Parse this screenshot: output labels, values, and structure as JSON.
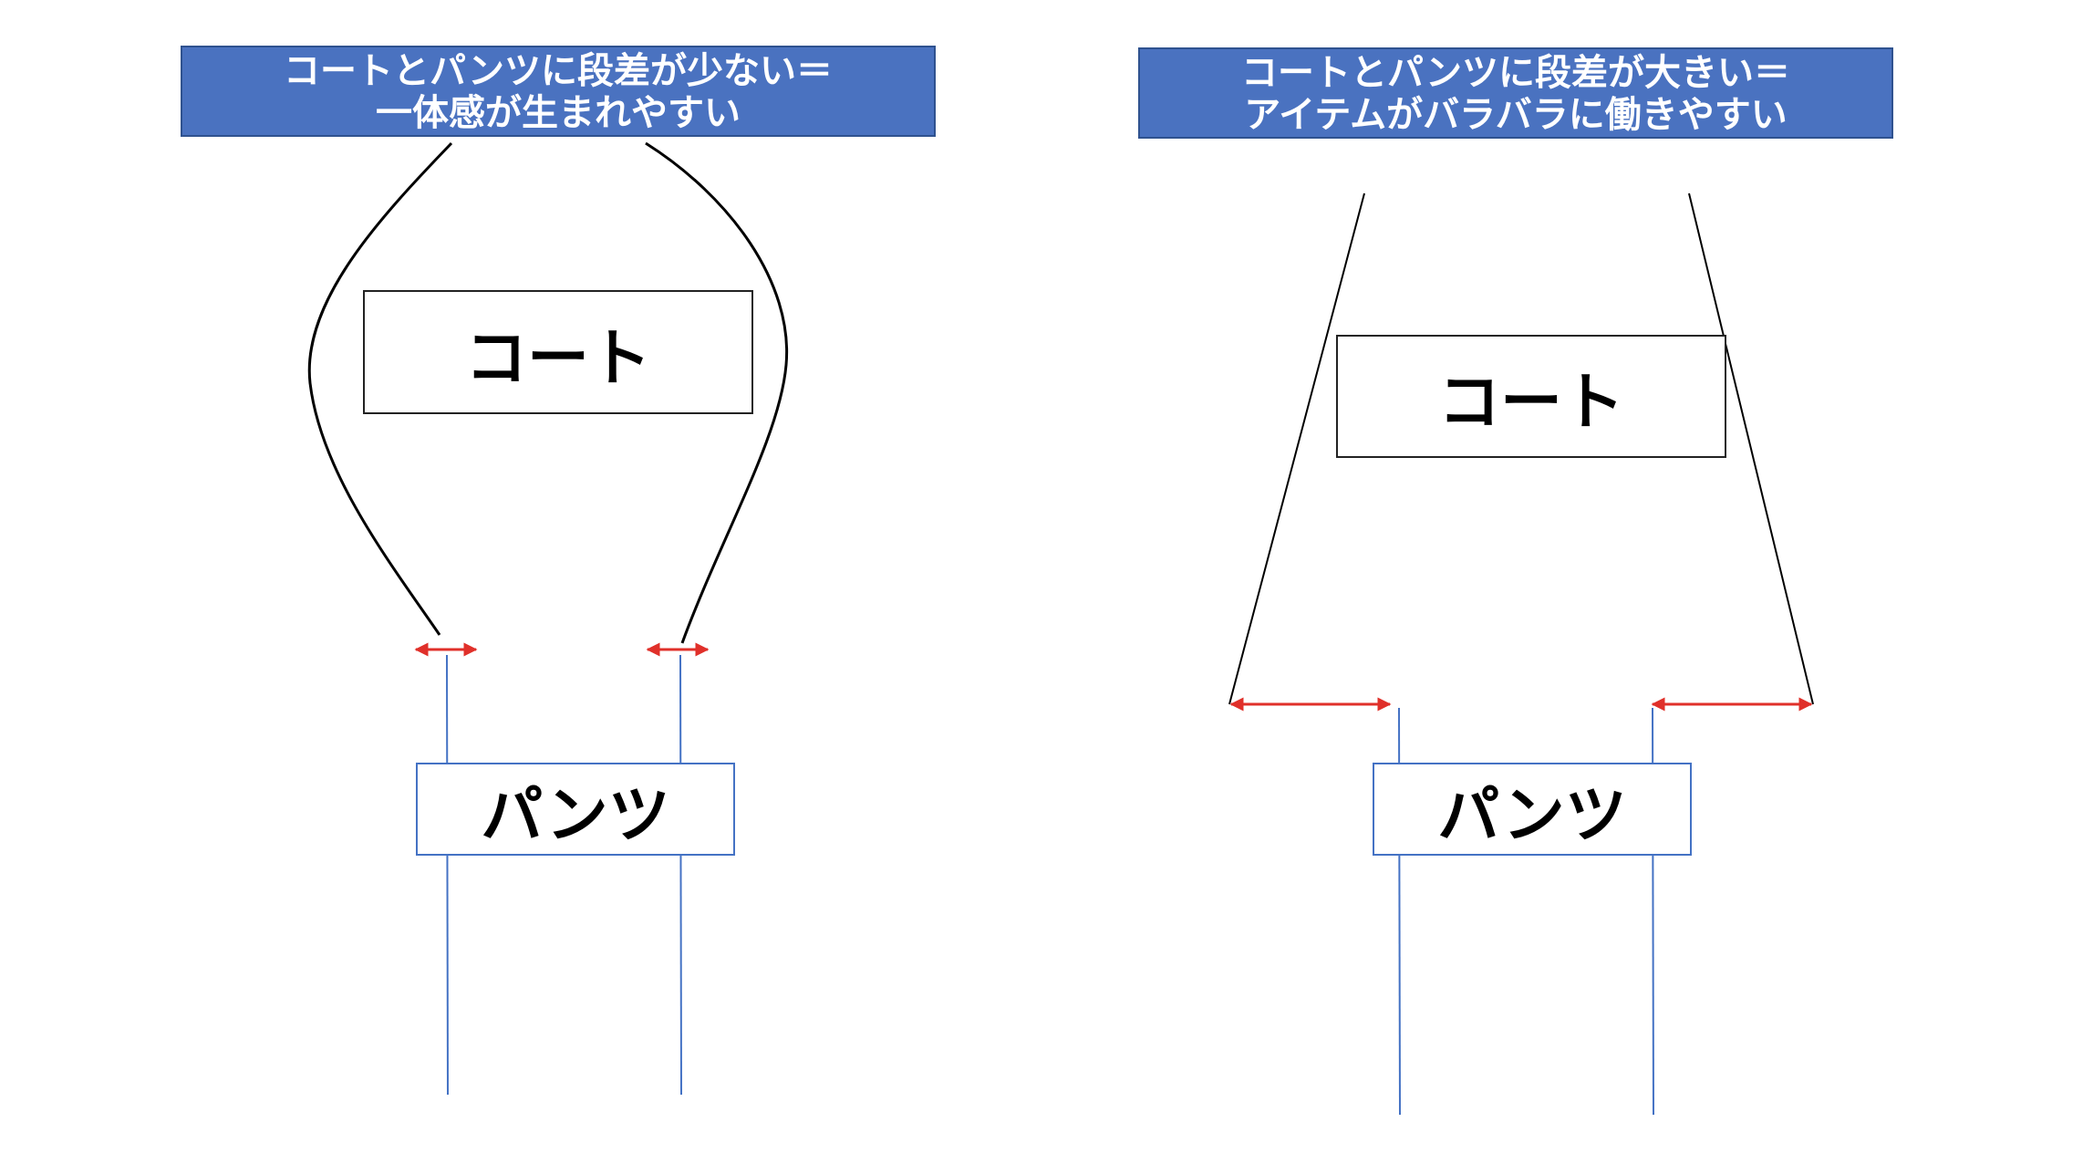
{
  "left_panel": {
    "banner_line1": "コートとパンツに段差が少ない＝",
    "banner_line2": "一体感が生まれやすい",
    "coat_label": "コート",
    "pants_label": "パンツ"
  },
  "right_panel": {
    "banner_line1": "コートとパンツに段差が大きい＝",
    "banner_line2": "アイテムがバラバラに働きやすい",
    "coat_label": "コート",
    "pants_label": "パンツ"
  },
  "colors": {
    "banner_fill": "#4a72c0",
    "pants_line": "#4472c4",
    "coat_line": "#000000",
    "gap_arrow": "#e0302a"
  }
}
